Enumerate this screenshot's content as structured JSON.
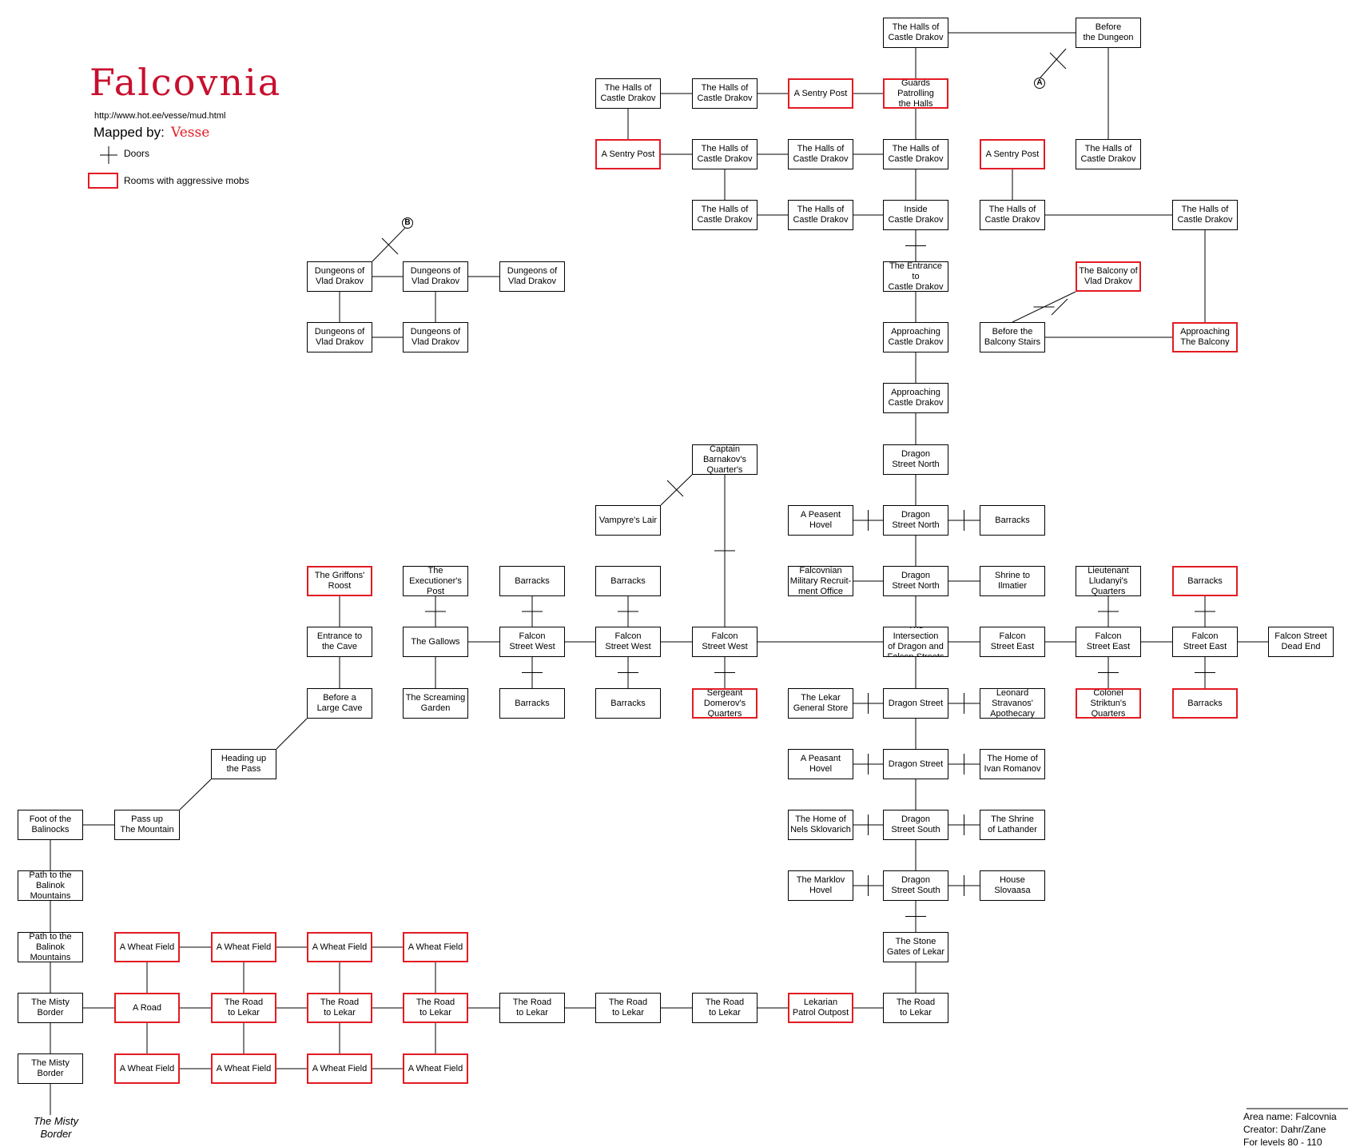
{
  "header": {
    "title": "Falcovnia",
    "url": "http://www.hot.ee/vesse/mud.html",
    "mapped_by_label": "Mapped by:",
    "mapped_by_name": "Vesse"
  },
  "legend": {
    "doors_label": "Doors",
    "aggressive_label": "Rooms with aggressive mobs"
  },
  "colors": {
    "aggressive": "#e31b23",
    "title": "#c8102e",
    "line": "#000000"
  },
  "info": {
    "area": "Area name: Falcovnia",
    "creator": "Creator: Dahr/Zane",
    "levels": "For levels 80 - 110"
  },
  "notes": {
    "misty_border_exit": "The Misty\nBorder"
  },
  "markers": {
    "a": "A",
    "b": "B"
  },
  "rooms": {
    "halls_top1": {
      "label": "The Halls of\nCastle Drakov",
      "aggressive": false
    },
    "before_dungeon": {
      "label": "Before\nthe Dungeon",
      "aggressive": false
    },
    "halls_r2_1": {
      "label": "The Halls of\nCastle Drakov",
      "aggressive": false
    },
    "halls_r2_2": {
      "label": "The Halls of\nCastle Drakov",
      "aggressive": false
    },
    "sentry_r2": {
      "label": "A Sentry Post",
      "aggressive": true
    },
    "guards_patrolling": {
      "label": "Guards\nPatrolling\nthe Halls",
      "aggressive": true
    },
    "sentry_r3_left": {
      "label": "A Sentry Post",
      "aggressive": true
    },
    "halls_r3_1": {
      "label": "The Halls of\nCastle Drakov",
      "aggressive": false
    },
    "halls_r3_2": {
      "label": "The Halls of\nCastle Drakov",
      "aggressive": false
    },
    "halls_r3_3": {
      "label": "The Halls of\nCastle Drakov",
      "aggressive": false
    },
    "sentry_r3_right": {
      "label": "A Sentry Post",
      "aggressive": true
    },
    "halls_r3_right": {
      "label": "The Halls of\nCastle Drakov",
      "aggressive": false
    },
    "halls_r4_1": {
      "label": "The Halls of\nCastle Drakov",
      "aggressive": false
    },
    "halls_r4_2": {
      "label": "The Halls of\nCastle Drakov",
      "aggressive": false
    },
    "inside_castle": {
      "label": "Inside\nCastle Drakov",
      "aggressive": false
    },
    "halls_r4_3": {
      "label": "The Halls of\nCastle Drakov",
      "aggressive": false
    },
    "halls_r4_4": {
      "label": "The Halls of\nCastle Drakov",
      "aggressive": false
    },
    "dungeon_1": {
      "label": "Dungeons of\nVlad Drakov",
      "aggressive": false
    },
    "dungeon_2": {
      "label": "Dungeons of\nVlad Drakov",
      "aggressive": false
    },
    "dungeon_3": {
      "label": "Dungeons of\nVlad Drakov",
      "aggressive": false
    },
    "dungeon_4": {
      "label": "Dungeons of\nVlad Drakov",
      "aggressive": false
    },
    "dungeon_5": {
      "label": "Dungeons of\nVlad Drakov",
      "aggressive": false
    },
    "entrance_castle": {
      "label": "The Entrance to\nCastle Drakov",
      "aggressive": false
    },
    "balcony_vlad": {
      "label": "The Balcony of\nVlad Drakov",
      "aggressive": true
    },
    "approaching_1": {
      "label": "Approaching\nCastle Drakov",
      "aggressive": false
    },
    "before_balcony_stairs": {
      "label": "Before the\nBalcony Stairs",
      "aggressive": false
    },
    "approaching_balcony": {
      "label": "Approaching\nThe Balcony",
      "aggressive": true
    },
    "approaching_2": {
      "label": "Approaching\nCastle Drakov",
      "aggressive": false
    },
    "captain_barnakov": {
      "label": "Captain\nBarnakov's\nQuarter's",
      "aggressive": false
    },
    "dragon_n1": {
      "label": "Dragon\nStreet North",
      "aggressive": false
    },
    "vampyres_lair": {
      "label": "Vampyre's Lair",
      "aggressive": false
    },
    "peasant_hovel_1": {
      "label": "A Peasent Hovel",
      "aggressive": false
    },
    "dragon_n2": {
      "label": "Dragon\nStreet North",
      "aggressive": false
    },
    "barracks_n2": {
      "label": "Barracks",
      "aggressive": false
    },
    "griffons_roost": {
      "label": "The Griffons'\nRoost",
      "aggressive": true
    },
    "executioners_post": {
      "label": "The\nExecutioner's\nPost",
      "aggressive": false
    },
    "barracks_a1": {
      "label": "Barracks",
      "aggressive": false
    },
    "barracks_a2": {
      "label": "Barracks",
      "aggressive": false
    },
    "recruitment_office": {
      "label": "Falcovnian\nMilitary Recruit-\nment Office",
      "aggressive": false
    },
    "dragon_n3": {
      "label": "Dragon\nStreet North",
      "aggressive": false
    },
    "shrine_ilmatier": {
      "label": "Shrine to Ilmatier",
      "aggressive": false
    },
    "lt_lludanyi": {
      "label": "Lieutenant\nLludanyi's\nQuarters",
      "aggressive": false
    },
    "barracks_a3": {
      "label": "Barracks",
      "aggressive": true
    },
    "entrance_cave": {
      "label": "Entrance to\nthe Cave",
      "aggressive": false
    },
    "gallows": {
      "label": "The Gallows",
      "aggressive": false
    },
    "falcon_w1": {
      "label": "Falcon\nStreet West",
      "aggressive": false
    },
    "falcon_w2": {
      "label": "Falcon\nStreet West",
      "aggressive": false
    },
    "falcon_w3": {
      "label": "Falcon\nStreet West",
      "aggressive": false
    },
    "intersection": {
      "label": "The Intersection\nof Dragon and\nFalcon Streets",
      "aggressive": false
    },
    "falcon_e1": {
      "label": "Falcon\nStreet East",
      "aggressive": false
    },
    "falcon_e2": {
      "label": "Falcon\nStreet East",
      "aggressive": false
    },
    "falcon_e3": {
      "label": "Falcon\nStreet East",
      "aggressive": false
    },
    "falcon_dead_end": {
      "label": "Falcon Street\nDead End",
      "aggressive": false
    },
    "before_large_cave": {
      "label": "Before a\nLarge Cave",
      "aggressive": false
    },
    "screaming_garden": {
      "label": "The Screaming\nGarden",
      "aggressive": false
    },
    "barracks_b1": {
      "label": "Barracks",
      "aggressive": false
    },
    "barracks_b2": {
      "label": "Barracks",
      "aggressive": false
    },
    "sgt_domerov": {
      "label": "Sergeant\nDomerov's\nQuarters",
      "aggressive": true
    },
    "lekar_general_store": {
      "label": "The Lekar\nGeneral Store",
      "aggressive": false
    },
    "dragon_s1": {
      "label": "Dragon Street",
      "aggressive": false
    },
    "leonard_apothecary": {
      "label": "Leonard\nStravanos'\nApothecary",
      "aggressive": false
    },
    "col_striktun": {
      "label": "Colonel\nStriktun's\nQuarters",
      "aggressive": true
    },
    "barracks_b3": {
      "label": "Barracks",
      "aggressive": true
    },
    "heading_pass": {
      "label": "Heading up\nthe Pass",
      "aggressive": false
    },
    "peasant_hovel_2": {
      "label": "A Peasant Hovel",
      "aggressive": false
    },
    "dragon_s2": {
      "label": "Dragon Street",
      "aggressive": false
    },
    "home_ivan": {
      "label": "The Home of\nIvan Romanov",
      "aggressive": false
    },
    "foot_balinocks": {
      "label": "Foot of the\nBalinocks",
      "aggressive": false
    },
    "pass_mountain": {
      "label": "Pass up\nThe Mountain",
      "aggressive": false
    },
    "home_nels": {
      "label": "The Home of\nNels Sklovarich",
      "aggressive": false
    },
    "dragon_south_1": {
      "label": "Dragon\nStreet South",
      "aggressive": false
    },
    "shrine_lathander": {
      "label": "The Shrine\nof Lathander",
      "aggressive": false
    },
    "path_balinok_1": {
      "label": "Path to the\nBalinok\nMountains",
      "aggressive": false
    },
    "marklov_hovel": {
      "label": "The Marklov\nHovel",
      "aggressive": false
    },
    "dragon_south_2": {
      "label": "Dragon\nStreet South",
      "aggressive": false
    },
    "house_slovaasa": {
      "label": "House Slovaasa",
      "aggressive": false
    },
    "path_balinok_2": {
      "label": "Path to the\nBalinok\nMountains",
      "aggressive": false
    },
    "wheat_1": {
      "label": "A Wheat Field",
      "aggressive": true
    },
    "wheat_2": {
      "label": "A Wheat Field",
      "aggressive": true
    },
    "wheat_3": {
      "label": "A Wheat Field",
      "aggressive": true
    },
    "wheat_4": {
      "label": "A Wheat Field",
      "aggressive": true
    },
    "stone_gates": {
      "label": "The Stone\nGates of Lekar",
      "aggressive": false
    },
    "misty_border_1": {
      "label": "The Misty\nBorder",
      "aggressive": false
    },
    "a_road": {
      "label": "A Road",
      "aggressive": true
    },
    "road_lekar_1": {
      "label": "The Road\nto Lekar",
      "aggressive": true
    },
    "road_lekar_2": {
      "label": "The Road\nto Lekar",
      "aggressive": true
    },
    "road_lekar_3": {
      "label": "The Road\nto Lekar",
      "aggressive": true
    },
    "road_lekar_4": {
      "label": "The Road\nto Lekar",
      "aggressive": false
    },
    "road_lekar_5": {
      "label": "The Road\nto Lekar",
      "aggressive": false
    },
    "road_lekar_6": {
      "label": "The Road\nto Lekar",
      "aggressive": false
    },
    "lekarian_patrol": {
      "label": "Lekarian\nPatrol Outpost",
      "aggressive": true
    },
    "road_lekar_7": {
      "label": "The Road\nto Lekar",
      "aggressive": false
    },
    "misty_border_2": {
      "label": "The Misty\nBorder",
      "aggressive": false
    },
    "wheat_5": {
      "label": "A Wheat Field",
      "aggressive": true
    },
    "wheat_6": {
      "label": "A Wheat Field",
      "aggressive": true
    },
    "wheat_7": {
      "label": "A Wheat Field",
      "aggressive": true
    },
    "wheat_8": {
      "label": "A Wheat Field",
      "aggressive": true
    }
  }
}
